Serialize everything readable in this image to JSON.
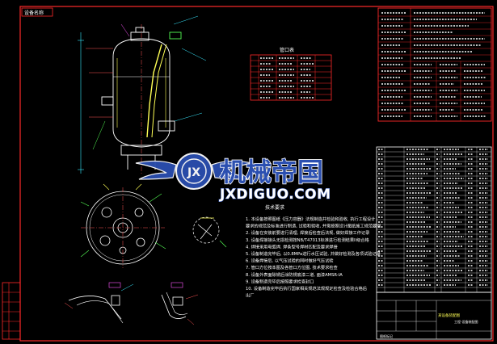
{
  "drawing": {
    "stamp": "设备名称",
    "nozzle_table_title": "管口表",
    "tech_title": "技术要求",
    "tech_notes": [
      "1. 本设备按照图纸《压力容器》法规制造并检验和验收, 执行工程设计",
      "   要求的规范及标准进行制造, 试验和验收, 并需按照设计图纸施工规范要求",
      "2. 设备在安装前要进行清理, 焊接后检查后法规, 做好焊接工作记录",
      "3. 设备焊接接头无损检测按NB/T47013标准进行检测结果II级合格",
      "4. 焊接采用电弧焊, 焊条型号焊材匹配及要求焊接",
      "5. 设备制造完毕后, 以0.8MPa进行水压试验, 并做好检测及各项试验记录",
      "6. 设备焊接后, 以气压试验的同时做好气压试验",
      "7. 管口方位按本图及各管口方位图, 技术要求检查",
      "8. 设备外表面除锈后涂防锈底漆二道, 面漆AMSR-IA",
      "9. 设备制造完毕后按照要求检查封口",
      "10. 设备制造完毕后执行国家相关规范法规规定检查及检验合格后",
      "   出厂"
    ],
    "title_block_name": "某设备装配图",
    "title_block_code": "工程-设备装配图",
    "sheet_label": "图纸标记"
  },
  "watermark": {
    "brand_cn": "机械帝国",
    "brand_en": "JXDIGUO.COM"
  },
  "colors": {
    "background": "#000000",
    "border": "#ff2a2a",
    "line_white": "#ffffff",
    "line_yellow": "#ffff55",
    "line_cyan": "#38e8ff",
    "line_green": "#55ff55",
    "line_magenta": "#ff55ff",
    "watermark_blue": "#2b4fb0"
  }
}
